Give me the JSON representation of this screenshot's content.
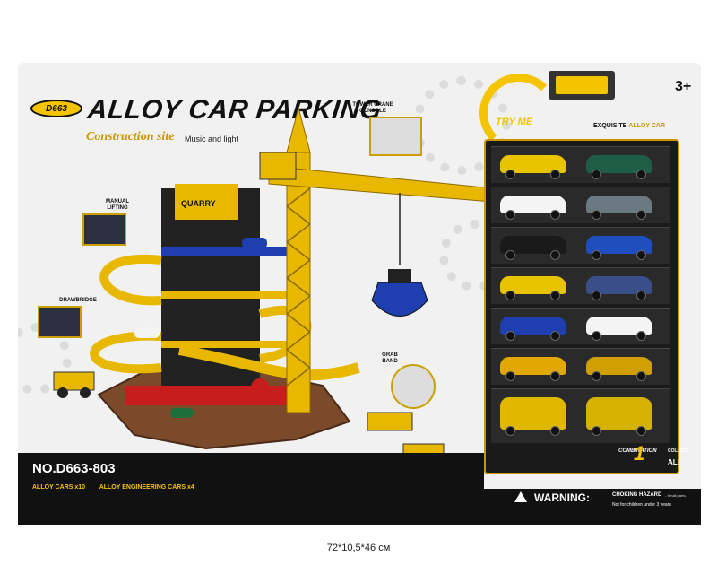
{
  "brand": {
    "logo": "D663"
  },
  "title": "ALLOY CAR PARKING",
  "subtitle": "Construction site",
  "subtitle_extra": "Music and light",
  "age": "3+",
  "callouts": {
    "tower_crane": "TOWER CRANE CONSOLE",
    "manual_lifting": "MANUAL LIFTING",
    "drawbridge": "DRAWBRIDGE",
    "grab_band": "GRAB BAND"
  },
  "try_me": "TRY ME",
  "exquisite": {
    "prefix": "EXQUISITE",
    "highlight": "ALLOY CAR"
  },
  "model": "NO.D663-803",
  "contents": {
    "alloy": "ALLOY CARS x10",
    "engineering": "ALLOY ENGINEERING CARS x4"
  },
  "combination": {
    "label": "COMBINATION",
    "number": "1",
    "collect": "COLLECT",
    "all": "ALL"
  },
  "warning": {
    "title": "WARNING:",
    "hazard": "CHOKING HAZARD",
    "hazard_detail": "- Small parts.",
    "note": "Not for children under 3 years"
  },
  "dimensions": "72*10,5*46 см",
  "colors": {
    "accent": "#f5c400",
    "dark": "#111111",
    "window_border": "#c99600"
  },
  "cars_grid": [
    [
      "#e8c300",
      "#1f5e46"
    ],
    [
      "#f4f4f4",
      "#6b7a80"
    ],
    [
      "#1a1a1a",
      "#1f4fbf"
    ],
    [
      "#e8c300",
      "#3a4f8a"
    ],
    [
      "#1f3fb0",
      "#f4f4f4"
    ],
    [
      "#e0a800",
      "#d0a000"
    ],
    [
      "#e0b800",
      "#d6b200"
    ]
  ]
}
